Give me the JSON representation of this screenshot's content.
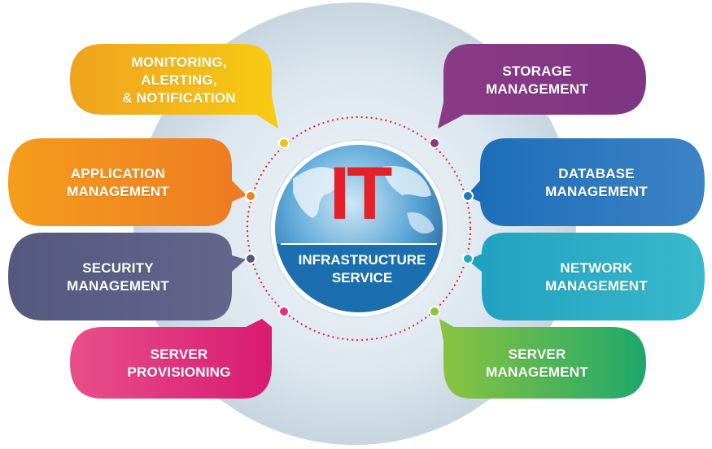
{
  "center": {
    "logo_text": "IT",
    "label": "INFRASTRUCTURE\nSERVICE"
  },
  "bubbles": [
    {
      "id": "monitoring",
      "label": "MONITORING,\nALERTING,\n& NOTIFICATION",
      "color": "#f2ac1c"
    },
    {
      "id": "storage",
      "label": "STORAGE\nMANAGEMENT",
      "color": "#8a3a86"
    },
    {
      "id": "application",
      "label": "APPLICATION\nMANAGEMENT",
      "color": "#f0821e"
    },
    {
      "id": "database",
      "label": "DATABASE\nMANAGEMENT",
      "color": "#2276c0"
    },
    {
      "id": "security",
      "label": "SECURITY\nMANAGEMENT",
      "color": "#55587f"
    },
    {
      "id": "network",
      "label": "NETWORK\nMANAGEMENT",
      "color": "#22a9c4"
    },
    {
      "id": "server-provisioning",
      "label": "SERVER\nPROVISIONING",
      "color": "#e5307d"
    },
    {
      "id": "server-management",
      "label": "SERVER\nMANAGEMENT",
      "color": "#6db13b"
    }
  ],
  "colors": {
    "globe_blue": "#2b7fc1",
    "ring_red": "#e42128",
    "background_circle": "#d6e3ec"
  }
}
